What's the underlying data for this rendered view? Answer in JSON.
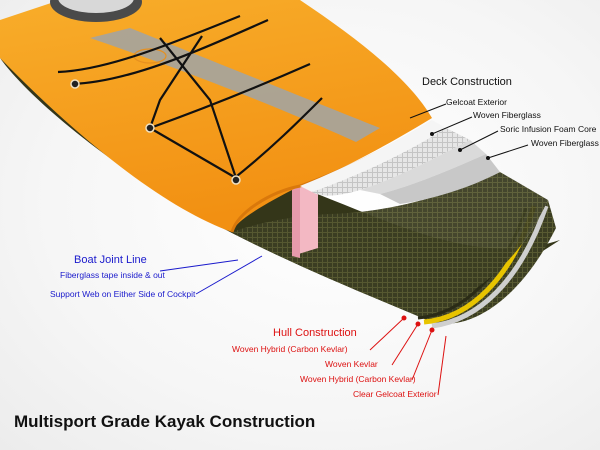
{
  "deck": {
    "heading": "Deck Construction",
    "layers": [
      "Gelcoat Exterior",
      "Woven Fiberglass",
      "Soric Infusion Foam Core",
      "Woven Fiberglass"
    ]
  },
  "joint": {
    "heading": "Boat Joint Line",
    "notes": [
      "Fiberglass tape inside & out",
      "Support Web on Either Side of Cockpit"
    ]
  },
  "hull": {
    "heading": "Hull Construction",
    "layers": [
      "Woven Hybrid (Carbon Kevlar)",
      "Woven Kevlar",
      "Woven Hybrid (Carbon Kevlar)",
      "Clear Gelcoat Exterior"
    ]
  },
  "title": "Multisport Grade Kayak Construction",
  "colors": {
    "deck": "#f7a21e",
    "stripe": "#9a9a96",
    "hull_fabric": "#3c3e22",
    "kevlar_band": "#e8c400",
    "label_black": "#111111",
    "label_blue": "#1a1acc",
    "label_red": "#dd1111"
  }
}
